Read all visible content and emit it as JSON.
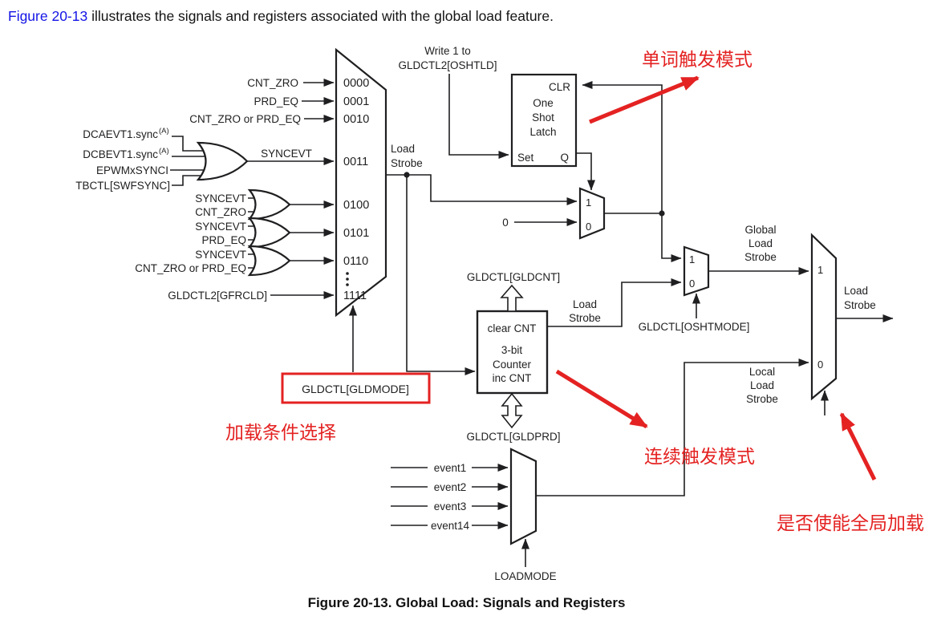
{
  "page": {
    "intro_link": "Figure 20-13",
    "intro_rest": " illustrates the signals and registers associated with the global load feature.",
    "caption": "Figure 20-13. Global Load: Signals and Registers"
  },
  "colors": {
    "annotation_red": "#e42222",
    "link_blue": "#1414e6",
    "line_dark": "#1f1f21"
  },
  "signals": {
    "cnt_zro": "CNT_ZRO",
    "prd_eq": "PRD_EQ",
    "cnt_zro_or_prd_eq": "CNT_ZRO or PRD_EQ",
    "dcaevt": "DCAEVT1.sync",
    "dcbevt": "DCBEVT1.sync",
    "sup_a": "(A)",
    "epwmxsynci": "EPWMxSYNCI",
    "tbctl_swfsync": "TBCTL[SWFSYNC]",
    "syncevt": "SYNCEVT",
    "zero_const": "0"
  },
  "registers": {
    "gfrcld": "GLDCTL2[GFRCLD]",
    "gldmode": "GLDCTL[GLDMODE]",
    "oshtld_line1": "Write 1 to",
    "oshtld": "GLDCTL2[OSHTLD]",
    "oshtmode": "GLDCTL[OSHTMODE]",
    "gldcnt": "GLDCTL[GLDCNT]",
    "gldprd": "GLDCTL[GLDPRD]",
    "loadmode": "LOADMODE"
  },
  "mux_codes": [
    "0000",
    "0001",
    "0010",
    "0011",
    "0100",
    "0101",
    "0110",
    "1111"
  ],
  "mux_sel": {
    "one": "1",
    "zero": "0"
  },
  "latch": {
    "clr": "CLR",
    "line1": "One",
    "line2": "Shot",
    "line3": "Latch",
    "set": "Set",
    "q": "Q"
  },
  "counter": {
    "line1": "clear CNT",
    "line2": "3-bit",
    "line3": "Counter",
    "line4": "inc CNT"
  },
  "strobes": {
    "load": "Load",
    "strobe": "Strobe",
    "global": "Global",
    "local": "Local"
  },
  "events": [
    "event1",
    "event2",
    "event3",
    "event14"
  ],
  "annotations": {
    "one_shot_mode": "单词触发模式",
    "load_condition": "加载条件选择",
    "continuous_mode": "连续触发模式",
    "global_enable": "是否使能全局加载"
  }
}
